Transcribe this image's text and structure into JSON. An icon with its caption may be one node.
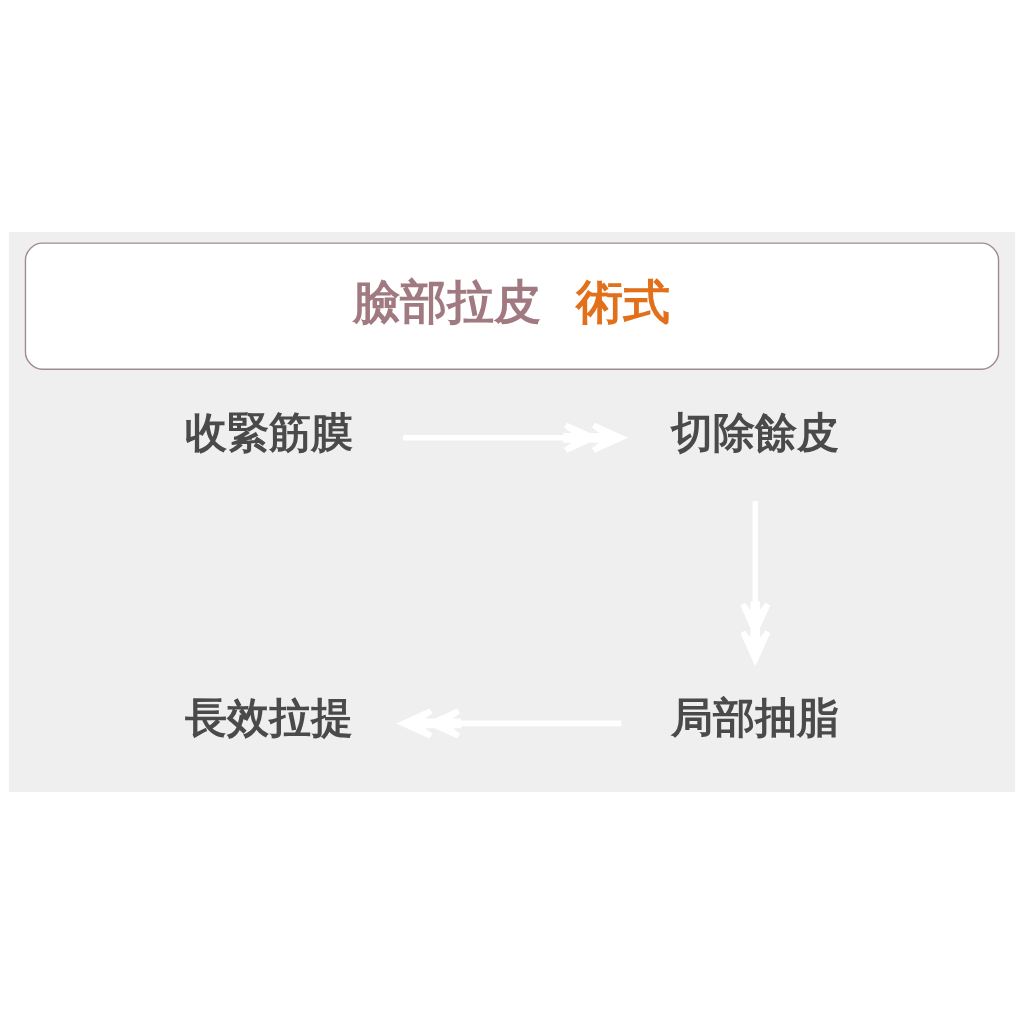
{
  "diagram": {
    "title": "臉部拉皮 術式",
    "nodes": [
      {
        "text": [
          "收緊筋膜"
        ]
      },
      {
        "text": [
          "切除餘皮"
        ]
      },
      {
        "text": [
          "局部抽脂"
        ]
      },
      {
        "text": [
          "長效拉提"
        ]
      }
    ],
    "edges": [
      {
        "from": 0,
        "to": 1,
        "arrow": "to"
      },
      {
        "from": 1,
        "to": 2,
        "arrow": "to"
      },
      {
        "from": 2,
        "to": 3,
        "arrow": "to"
      }
    ]
  }
}
